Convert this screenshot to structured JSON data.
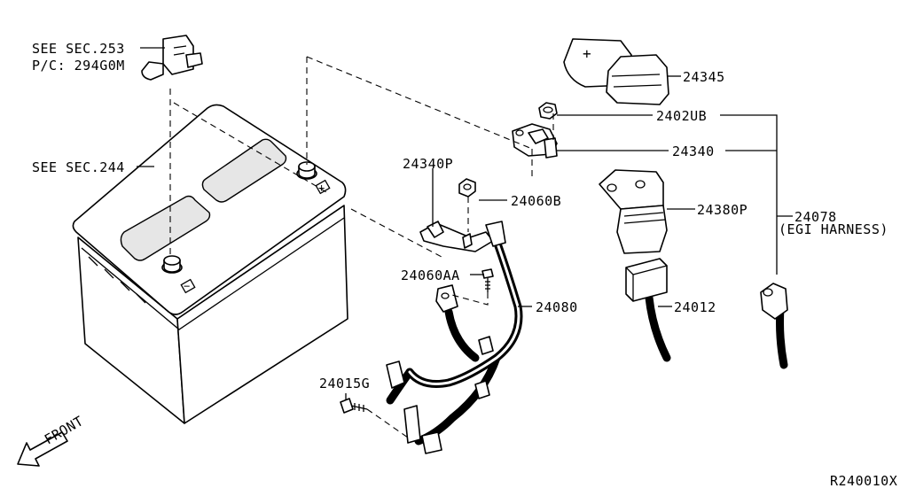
{
  "labels": {
    "see_sec_253": "SEE SEC.253",
    "pc_294g0m": "P/C: 294G0M",
    "see_sec_244": "SEE SEC.244",
    "p24345": "24345",
    "p2402ub": "2402UB",
    "p24340": "24340",
    "p24340p": "24340P",
    "p24060b": "24060B",
    "p24380p": "24380P",
    "p24078": "24078",
    "egi_harness": "(EGI HARNESS)",
    "p24060aa": "24060AA",
    "p24080": "24080",
    "p24012": "24012",
    "p24015g": "24015G",
    "front": "FRONT",
    "diagram_code": "R240010X"
  },
  "terminal_symbols": {
    "plus": "+",
    "minus": "−"
  }
}
